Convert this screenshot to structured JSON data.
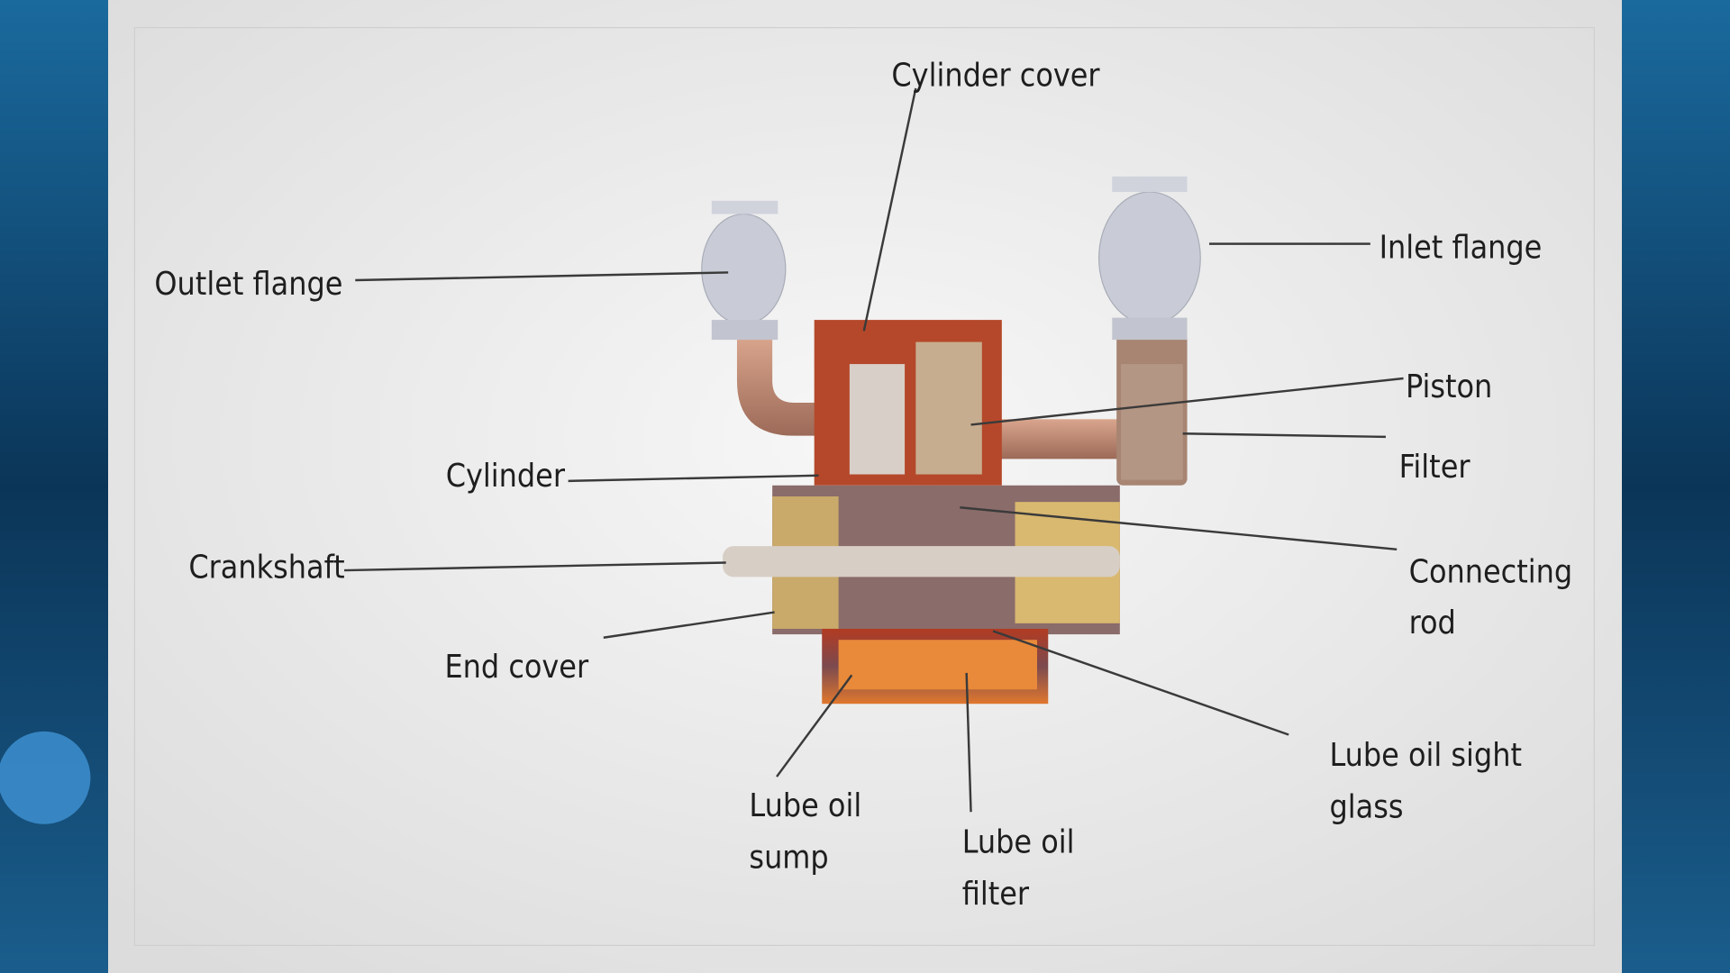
{
  "diagram": {
    "labels": {
      "cylinder_cover": "Cylinder cover",
      "outlet_flange": "Outlet flange",
      "inlet_flange": "Inlet flange",
      "piston": "Piston",
      "filter": "Filter",
      "cylinder": "Cylinder",
      "crankshaft": "Crankshaft",
      "connecting_rod_1": "Connecting",
      "connecting_rod_2": "rod",
      "end_cover": "End cover",
      "lube_oil_sight_glass_1": "Lube oil sight",
      "lube_oil_sight_glass_2": "glass",
      "lube_oil_sump_1": "Lube oil",
      "lube_oil_sump_2": "sump",
      "lube_oil_filter_1": "Lube oil",
      "lube_oil_filter_2": "filter"
    },
    "colors": {
      "slide_bg": "#e9e9e9",
      "side_bg": "#0f4a75",
      "pump_body": "#b5482a",
      "flange": "#c9ccd6"
    }
  }
}
